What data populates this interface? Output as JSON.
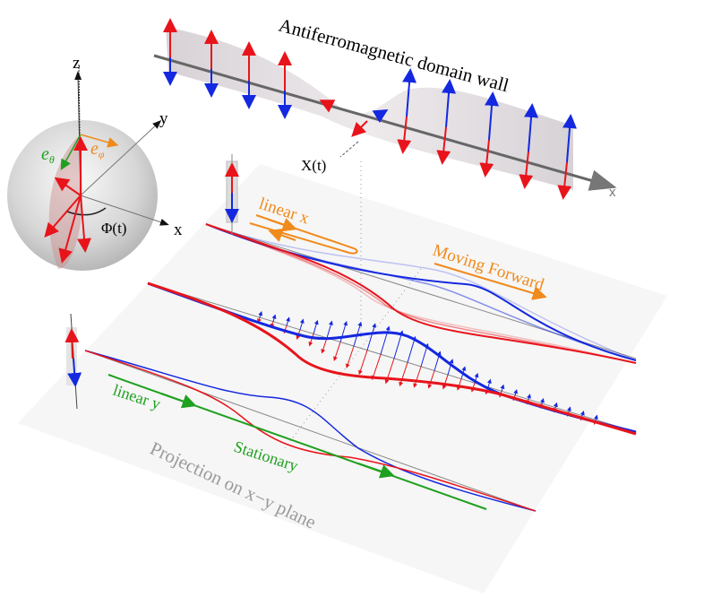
{
  "title": "Antiferromagnetic domain wall",
  "colors": {
    "red": "#e8141b",
    "blue": "#1428e0",
    "orange": "#f08a1c",
    "green": "#1fa01f",
    "gray_text": "#9a9a9a",
    "axis": "#666666",
    "plane": "#f6f6f6",
    "ribbon": "#dcd8dc"
  },
  "sphere": {
    "axis_z": "z",
    "axis_y": "y",
    "axis_x": "x",
    "e_theta": "e",
    "e_theta_sub": "θ",
    "e_phi": "e",
    "e_phi_sub": "φ",
    "angle_label": "Φ(t)"
  },
  "domain_wall": {
    "title": "Antiferromagnetic domain wall",
    "position_label": "X(t)",
    "x_axis_label": "x"
  },
  "projection": {
    "plane_label": "Projection on x−y plane",
    "linear_x_label": "linear x",
    "linear_y_label": "linear y",
    "moving_label": "Moving Forward",
    "stationary_label": "Stationary"
  }
}
